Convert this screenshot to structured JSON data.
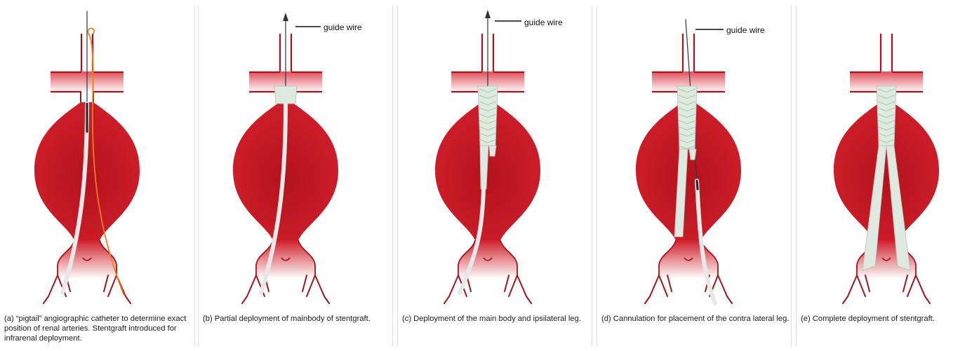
{
  "colors": {
    "sac": "#d01f2b",
    "sac_light": "#ffffff",
    "vessel_outline": "#a3141c",
    "graft": "#dfe9e0",
    "graft_zigzag": "#9ccf9c",
    "catheter": "#e8e8e8",
    "pigtail": "#f07d1a",
    "wire": "#333333"
  },
  "labels": {
    "guide_wire": "guide wire"
  },
  "panels": [
    {
      "id": "a",
      "caption": "(a) “pigtail” angiographic catheter to determine exact position of renal arteries. Stentgraft introduced for infrarenal deployment.",
      "graft": "none",
      "has_guide_label": false
    },
    {
      "id": "b",
      "caption": "(b) Partial deployment of mainbody of stentgraft.",
      "graft": "partial",
      "has_guide_label": true
    },
    {
      "id": "c",
      "caption": "(c) Deployment of the main body and ipsilateral leg.",
      "graft": "main_ipsi",
      "has_guide_label": true
    },
    {
      "id": "d",
      "caption": "(d) Cannulation for placement of the contra lateral leg.",
      "graft": "cannulation",
      "has_guide_label": true
    },
    {
      "id": "e",
      "caption": "(e) Complete deployment of stentgraft.",
      "graft": "complete",
      "has_guide_label": false
    }
  ]
}
